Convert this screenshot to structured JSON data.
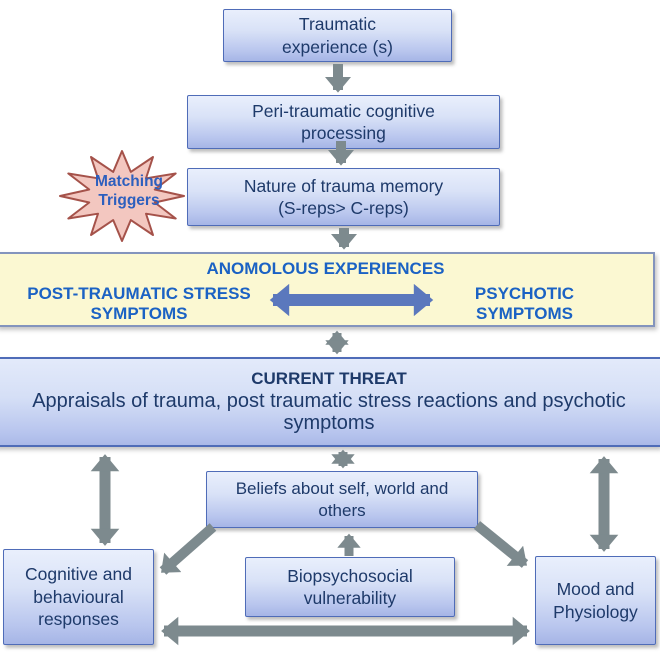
{
  "flow": {
    "traumatic_experience": {
      "label": "Traumatic\nexperience (s)"
    },
    "peri_traumatic": {
      "label": "Peri-traumatic cognitive\nprocessing"
    },
    "trauma_memory": {
      "label": "Nature of trauma memory\n(S-reps> C-reps)"
    }
  },
  "matching_triggers": {
    "label": "Matching\nTriggers"
  },
  "anomalous_band": {
    "title": "ANOMOLOUS EXPERIENCES",
    "left_label": "POST-TRAUMATIC STRESS\nSYMPTOMS",
    "right_label": "PSYCHOTIC\nSYMPTOMS"
  },
  "current_threat": {
    "title": "CURRENT THREAT",
    "subtitle": "Appraisals of trauma, post traumatic stress reactions and psychotic symptoms"
  },
  "maintenance": {
    "beliefs": {
      "label": "Beliefs about self, world and\nothers"
    },
    "cognitive": {
      "label": "Cognitive and\nbehavioural\nresponses"
    },
    "biopsychosocial": {
      "label": "Biopsychosocial\nvulnerability"
    },
    "mood": {
      "label": "Mood and\nPhysiology"
    }
  },
  "colors": {
    "box_border": "#4f6cb8",
    "box_fill_top": "#e9effc",
    "box_fill_bottom": "#a6b5e6",
    "box_text": "#1e3a6a",
    "band_fill": "#fbf8d2",
    "band_border": "#8394bd",
    "band_text": "#1b62c4",
    "blue_arrow": "#5b78bd",
    "gray_arrow": "#7d8a8e",
    "star_fill": "#f3c7c0",
    "star_border": "#a5524a",
    "star_text": "#2d5fbe"
  }
}
